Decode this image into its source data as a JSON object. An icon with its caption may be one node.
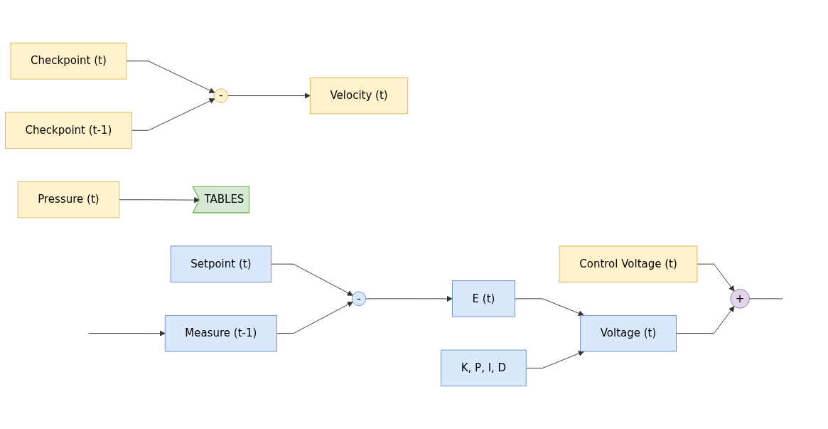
{
  "diagram": {
    "nodes": [
      {
        "text": [
          "Pressure (t)"
        ]
      },
      {
        "text": [
          "Checkpoint (t)"
        ]
      },
      {
        "text": [
          "Checkpoint (t-1)"
        ]
      },
      {
        "text": [
          "-"
        ]
      },
      {
        "text": [
          "Velocity (t)"
        ]
      },
      {
        "text": [
          "TABLES"
        ]
      },
      {
        "text": [
          "Control Voltage (t)"
        ]
      },
      {
        "text": [
          "Setpoint (t)"
        ]
      },
      {
        "text": [
          "Measure (t-1)"
        ]
      },
      {
        "text": [
          "-"
        ]
      },
      {
        "text": [
          "E (t)"
        ]
      },
      {
        "text": [
          "Voltage (t)"
        ]
      },
      {
        "text": [
          "+"
        ]
      },
      {
        "text": [
          "K, P, I, D"
        ]
      }
    ],
    "edges": [
      {
        "from": 0,
        "to": 5,
        "arrow": "to"
      },
      {
        "from": 1,
        "to": 3,
        "arrow": "to"
      },
      {
        "from": 2,
        "to": 3,
        "arrow": "to"
      },
      {
        "from": 3,
        "to": 4,
        "arrow": "to"
      },
      {
        "from": 6,
        "to": 12,
        "arrow": "to"
      },
      {
        "from": 7,
        "to": 9,
        "arrow": "to"
      },
      {
        "from": 8,
        "to": 9,
        "arrow": "to"
      },
      {
        "from": 9,
        "to": 10,
        "arrow": "to"
      },
      {
        "from": 10,
        "to": 11,
        "arrow": "to"
      },
      {
        "from": 11,
        "to": 12,
        "arrow": "to"
      },
      {
        "from": 13,
        "to": 11,
        "arrow": "to"
      },
      {
        "from": 12,
        "to": null,
        "arrow": "none"
      },
      {
        "from": null,
        "to": 8,
        "arrow": "to"
      }
    ]
  }
}
